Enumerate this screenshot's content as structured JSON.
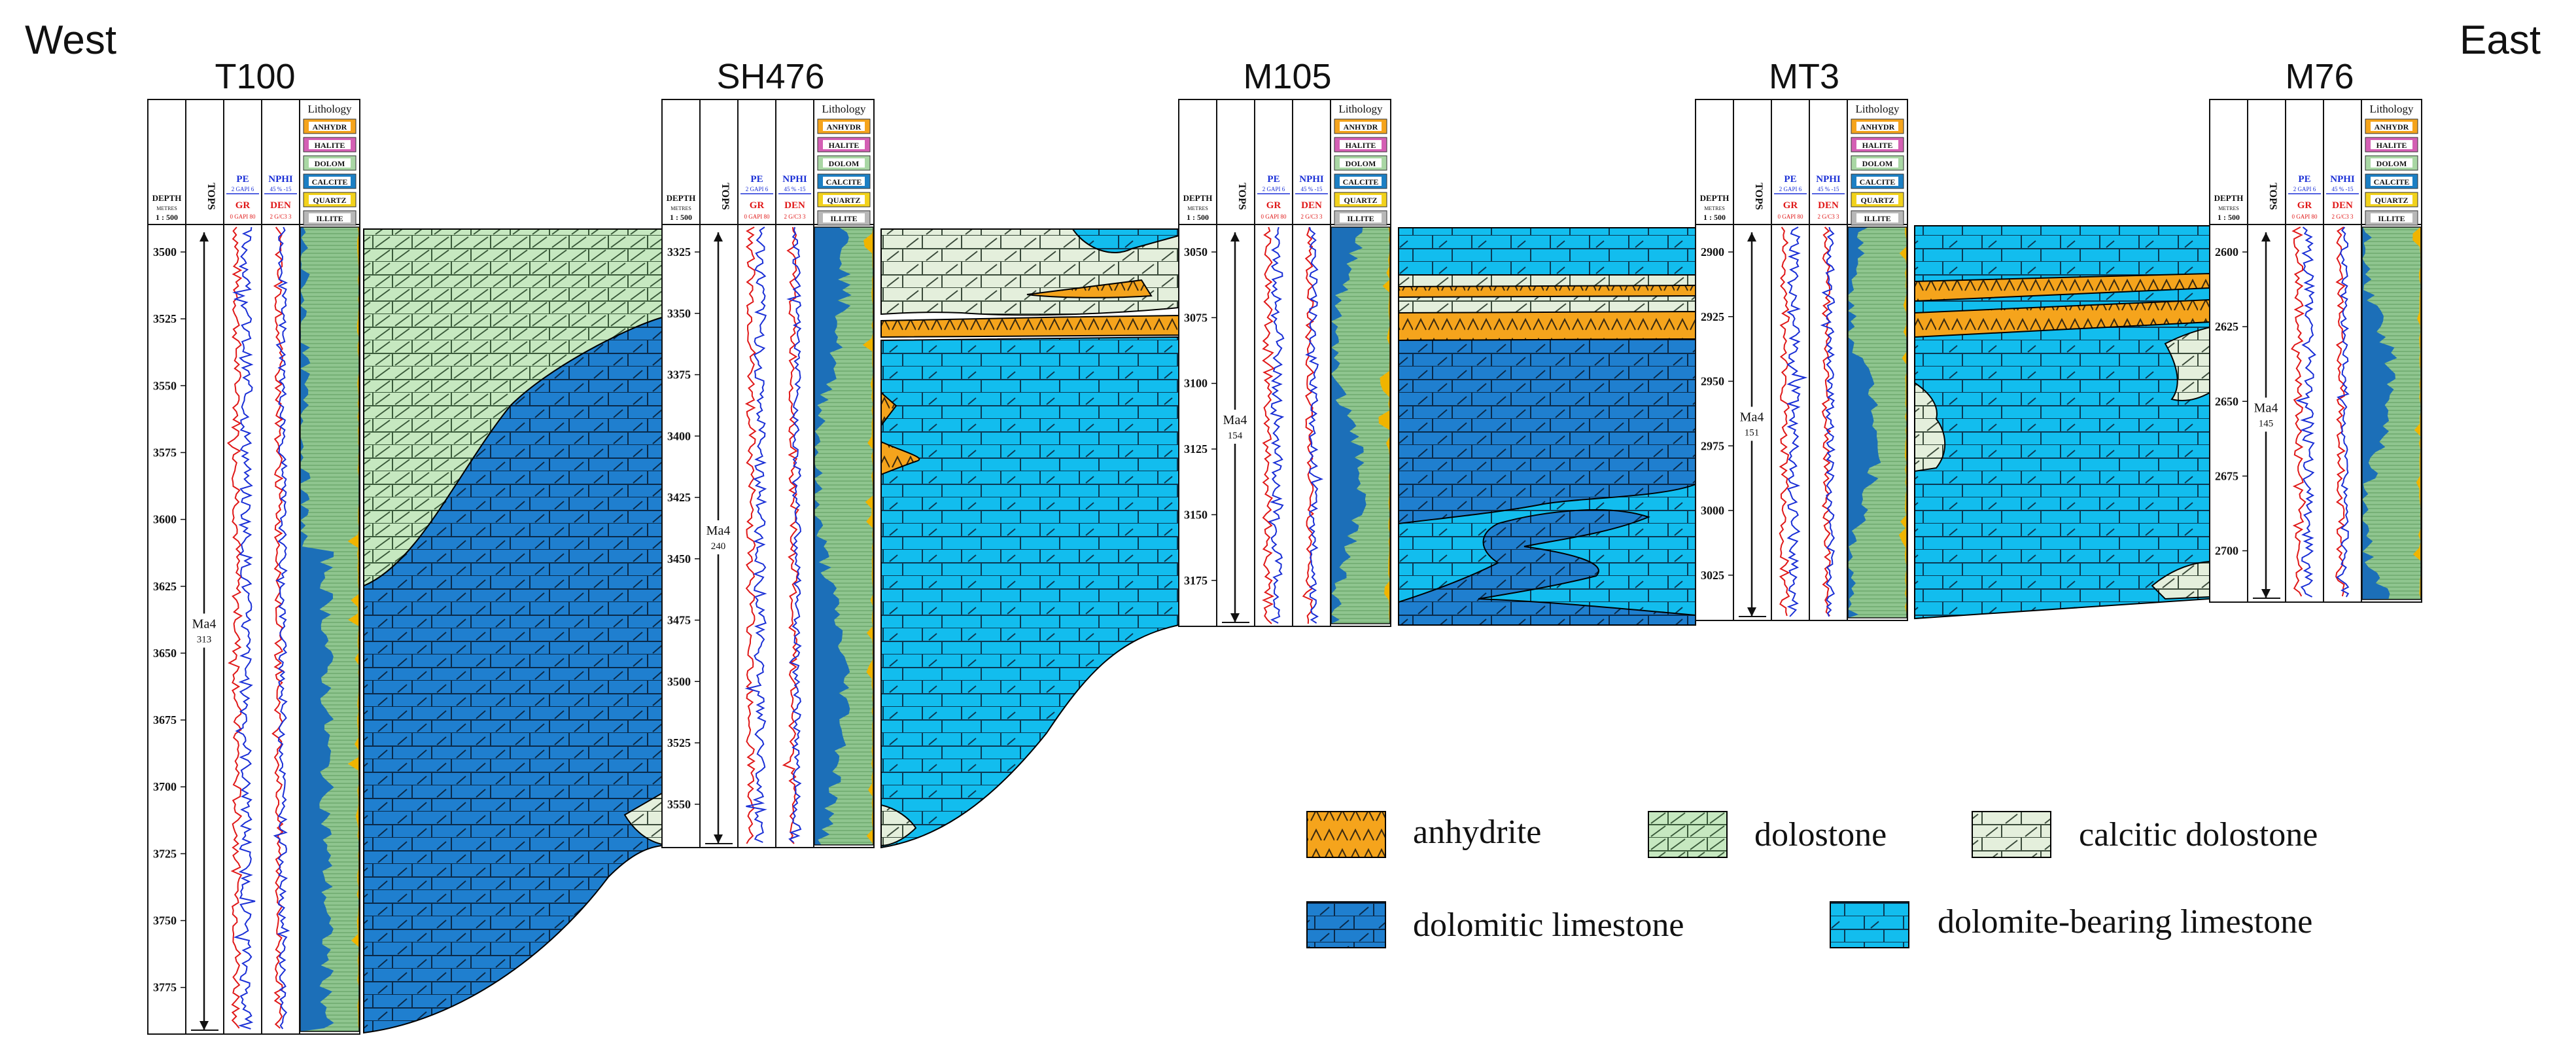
{
  "sides": {
    "west": "West",
    "east": "East"
  },
  "header_labels": {
    "depth": "DEPTH",
    "metres": "METRES",
    "scale": "1 : 500",
    "tops": "TOPS",
    "lithology": "Lithology",
    "pe": "PE",
    "gr": "GR",
    "nphi": "NPHI",
    "den": "DEN",
    "pe_scale": "2 GAPI 6",
    "gr_scale": "0 GAPI 80",
    "nphi_scale": "45 % -15",
    "den_scale": "2 G/C3 3"
  },
  "lithology_header_items": [
    "ANHYDR",
    "HALITE",
    "DOLOM",
    "CALCITE",
    "QUARTZ",
    "ILLITE"
  ],
  "wells": [
    {
      "name": "T100",
      "unit": "Ma4",
      "thickness": "313",
      "depths": [
        "3500",
        "3525",
        "3550",
        "3575",
        "3600",
        "3625",
        "3650",
        "3675",
        "3700",
        "3725",
        "3750",
        "3775"
      ]
    },
    {
      "name": "SH476",
      "unit": "Ma4",
      "thickness": "240",
      "depths": [
        "3325",
        "3350",
        "3375",
        "3400",
        "3425",
        "3450",
        "3475",
        "3500",
        "3525",
        "3550"
      ]
    },
    {
      "name": "M105",
      "unit": "Ma4",
      "thickness": "154",
      "depths": [
        "3050",
        "3075",
        "3100",
        "3125",
        "3150",
        "3175"
      ]
    },
    {
      "name": "MT3",
      "unit": "Ma4",
      "thickness": "151",
      "depths": [
        "2900",
        "2925",
        "2950",
        "2975",
        "3000",
        "3025"
      ]
    },
    {
      "name": "M76",
      "unit": "Ma4",
      "thickness": "145",
      "depths": [
        "2600",
        "2625",
        "2650",
        "2675",
        "2700"
      ]
    }
  ],
  "legend": [
    {
      "key": "anhydrite",
      "label": "anhydrite"
    },
    {
      "key": "dolostone",
      "label": "dolostone"
    },
    {
      "key": "calcitic",
      "label": "calcitic dolostone"
    },
    {
      "key": "dolomitic",
      "label": "dolomitic limestone"
    },
    {
      "key": "dolbearing",
      "label": "dolomite-bearing limestone"
    }
  ],
  "colors": {
    "anhydrite": "#f5a41c",
    "dolostone": "#c6e8c0",
    "calcitic": "#e4efdc",
    "dolomitic": "#1f7fcf",
    "dolbearing": "#12bdee",
    "pe_curve": "#1a2fd6",
    "gr_curve": "#e01818",
    "nphi_curve": "#1a2fd6",
    "den_curve": "#e01818",
    "lith_dolomite": "#8fc58f",
    "lith_calcite": "#1c6fb8",
    "lith_anhydrite": "#f0b400",
    "lith_chip_anhydr": "#f5a41c",
    "lith_chip_halite": "#d45fb4",
    "lith_chip_dolom": "#a9d7a4",
    "lith_chip_calcite": "#1c7fc4",
    "lith_chip_quartz": "#f2d21c",
    "lith_chip_illite": "#b8b8b8"
  }
}
